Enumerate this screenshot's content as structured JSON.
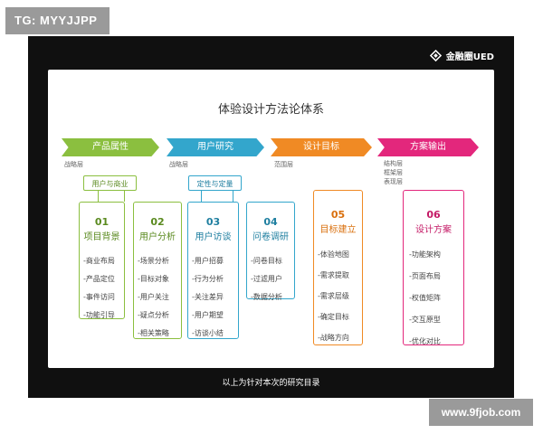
{
  "watermarks": {
    "top": "TG: MYYJJPP",
    "bottom": "www.9fjob.com"
  },
  "brand": {
    "icon": "diamond-logo-icon",
    "name": "金融圈UED"
  },
  "slide": {
    "title": "体验设计方法论体系",
    "caption": "以上为针对本次的研究目录"
  },
  "colors": {
    "green": "#8bbf3f",
    "blue": "#33a6cc",
    "orange": "#f08a24",
    "pink": "#e3277c"
  },
  "phases": [
    {
      "label": "产品属性",
      "levels": [
        "战略层"
      ]
    },
    {
      "label": "用户研究",
      "levels": [
        "战略层"
      ]
    },
    {
      "label": "设计目标",
      "levels": [
        "范围层"
      ]
    },
    {
      "label": "方案输出",
      "levels": [
        "结构层",
        "框架层",
        "表现层"
      ]
    }
  ],
  "groups": {
    "green": "用户与商业",
    "blue": "定性与定量"
  },
  "columns": [
    {
      "num": "01",
      "title": "项目背景",
      "items": [
        "-商业布局",
        "-产品定位",
        "-事件访问",
        "-功能引导"
      ]
    },
    {
      "num": "02",
      "title": "用户分析",
      "items": [
        "-场景分析",
        "-目标对象",
        "-用户关注",
        "-疑点分析",
        "-相关策略"
      ]
    },
    {
      "num": "03",
      "title": "用户访谈",
      "items": [
        "-用户招募",
        "-行为分析",
        "-关注差异",
        "-用户期望",
        "-访谈小结"
      ]
    },
    {
      "num": "04",
      "title": "问卷调研",
      "items": [
        "-问卷目标",
        "-过滤用户",
        "-数据分析"
      ]
    },
    {
      "num": "05",
      "title": "目标建立",
      "items": [
        "-体验地图",
        "-需求提取",
        "-需求层级",
        "-确定目标",
        "-战略方向"
      ]
    },
    {
      "num": "06",
      "title": "设计方案",
      "items": [
        "-功能架构",
        "-页面布局",
        "-权值矩阵",
        "-交互原型",
        "-优化对比"
      ]
    }
  ]
}
